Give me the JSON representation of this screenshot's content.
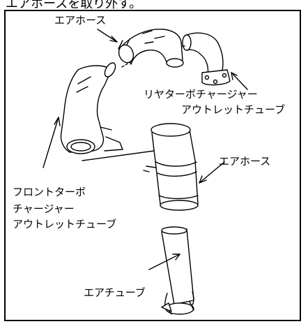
{
  "header": {
    "text": "エアホースを取り外す。"
  },
  "labels": {
    "air_hose_top": "エアホース",
    "rear_turbo_line1": "リヤターボチャージャー",
    "rear_turbo_line2": "アウトレットチューブ",
    "air_hose_mid": "エアホース",
    "front_turbo_line1": "フロントターボ",
    "front_turbo_line2": "チャージャー",
    "front_turbo_line3": "アウトレットチューブ",
    "air_tube": "エアチューブ"
  }
}
